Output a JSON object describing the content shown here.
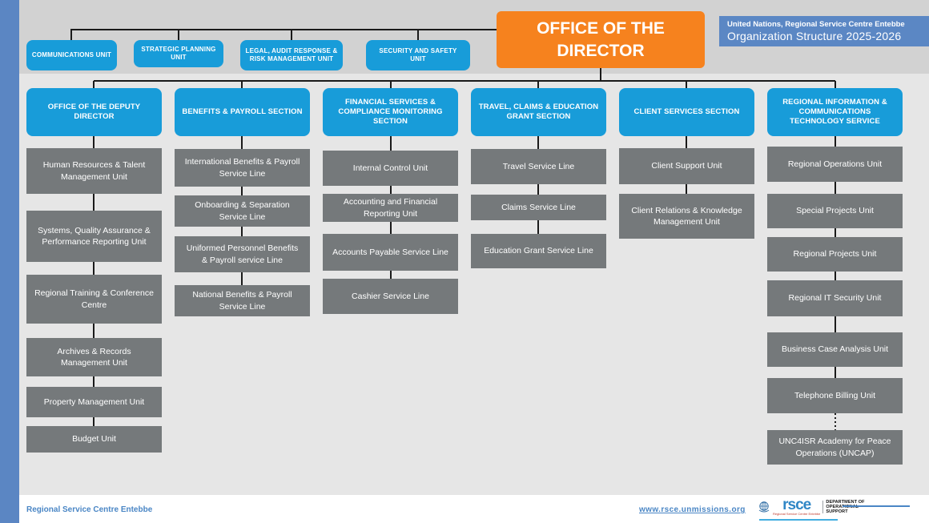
{
  "header": {
    "director_box": "OFFICE OF THE DIRECTOR",
    "title_box": {
      "line1": "United Nations, Regional Service Centre Entebbe",
      "line2": "Organization Structure 2025-2026"
    },
    "top_units": [
      "COMMUNICATIONS UNIT",
      "STRATEGIC PLANNING UNIT",
      "LEGAL, AUDIT RESPONSE & RISK MANAGEMENT UNIT",
      "SECURITY AND SAFETY UNIT"
    ]
  },
  "columns": [
    {
      "section": "OFFICE OF THE DEPUTY DIRECTOR",
      "units": [
        "Human Resources & Talent Management Unit",
        "Systems, Quality Assurance & Performance Reporting Unit",
        "Regional Training & Conference Centre",
        "Archives & Records Management Unit",
        "Property Management Unit",
        "Budget Unit"
      ]
    },
    {
      "section": "BENEFITS & PAYROLL SECTION",
      "units": [
        "International Benefits & Payroll Service Line",
        "Onboarding & Separation Service Line",
        "Uniformed Personnel Benefits & Payroll service Line",
        "National Benefits & Payroll Service Line"
      ]
    },
    {
      "section": "FINANCIAL SERVICES & COMPLIANCE MONITORING SECTION",
      "units": [
        "Internal Control Unit",
        "Accounting and Financial Reporting Unit",
        "Accounts Payable Service Line",
        "Cashier Service Line"
      ]
    },
    {
      "section": "TRAVEL, CLAIMS & EDUCATION GRANT SECTION",
      "units": [
        "Travel Service Line",
        "Claims Service Line",
        "Education Grant Service Line"
      ]
    },
    {
      "section": "CLIENT SERVICES SECTION",
      "units": [
        "Client Support Unit",
        "Client Relations & Knowledge Management Unit"
      ]
    },
    {
      "section": "REGIONAL INFORMATION & COMMUNICATIONS TECHNOLOGY SERVICE",
      "units": [
        "Regional Operations Unit",
        "Special Projects Unit",
        "Regional Projects Unit",
        "Regional IT Security Unit",
        "Business Case Analysis Unit",
        "Telephone Billing Unit",
        "UNC4ISR Academy for Peace Operations (UNCAP)"
      ]
    }
  ],
  "footer": {
    "left_text": "Regional Service Centre Entebbe",
    "url": "www.rsce.unmissions.org",
    "logo": {
      "rsce": "rsce",
      "rsce_sub": "Regional Service Centre Entebbe",
      "dept": "DEPARTMENT OF OPERATIONAL SUPPORT"
    }
  },
  "colors": {
    "accent_blue": "#189CD9",
    "accent_orange": "#F6821E",
    "slate_blue": "#5B87C4",
    "unit_gray": "#75797B",
    "footer_link_blue": "#4A86C5"
  }
}
